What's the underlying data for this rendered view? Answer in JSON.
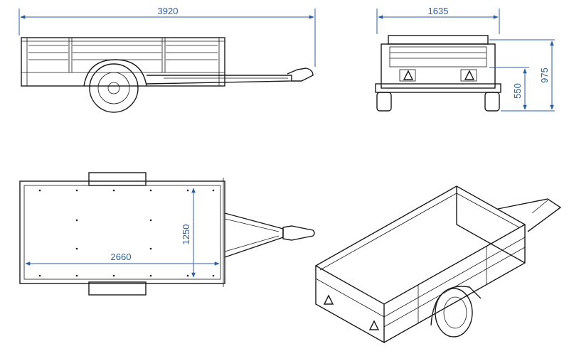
{
  "colors": {
    "dimension": "#2a5ea8",
    "line": "#1a1a1a",
    "background": "#ffffff"
  },
  "dimensions": {
    "overall_length": "3920",
    "overall_width": "1635",
    "overall_height": "975",
    "deck_height": "550",
    "deck_width": "1250",
    "deck_length": "2660"
  }
}
